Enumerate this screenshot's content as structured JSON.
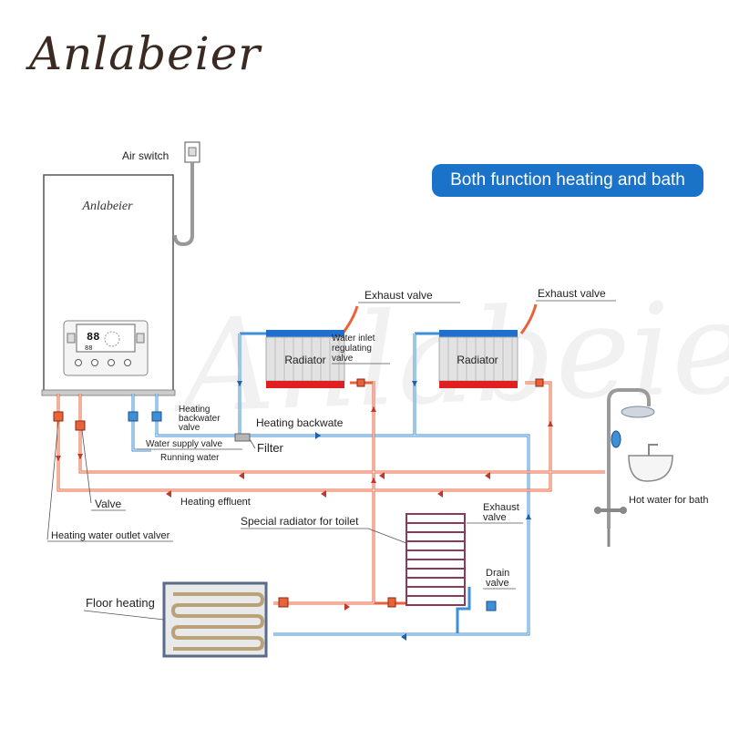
{
  "brand": "Anlabeier",
  "panel_brand": "Anlabeier",
  "headline": "Both function heating and bath",
  "display": {
    "big_digits": "88",
    "small_digits": "88"
  },
  "labels": {
    "air_switch": "Air switch",
    "exhaust_valve_1": "Exhaust valve",
    "exhaust_valve_2": "Exhaust valve",
    "radiator_1": "Radiator",
    "radiator_2": "Radiator",
    "water_inlet_l1": "Water inlet",
    "water_inlet_l2": "regulating",
    "water_inlet_l3": "valve",
    "heating_backwater_valve_l1": "Heating",
    "heating_backwater_valve_l2": "backwater",
    "heating_backwater_valve_l3": "valve",
    "heating_backwate": "Heating backwate",
    "water_supply_valve": "Water supply valve",
    "filter": "Filter",
    "running_water": "Running water",
    "valve": "Valve",
    "heating_effluent": "Heating effluent",
    "heating_water_outlet_valver": "Heating water outlet valver",
    "exhaust_valve_3_l1": "Exhaust",
    "exhaust_valve_3_l2": "valve",
    "special_radiator_toilet": "Special radiator for toilet",
    "drain_valve_l1": "Drain",
    "drain_valve_l2": "valve",
    "floor_heating": "Floor heating",
    "hot_water_for_bath": "Hot water for bath"
  },
  "colors": {
    "hot_pipe": "#e8623a",
    "cold_pipe": "#3d8fd6",
    "radiator_hot": "#e02020",
    "radiator_cold": "#1f6fd0",
    "badge": "#1a73c9",
    "floor_heating_frame": "#5a6b8a",
    "toilet_radiator": "#8a3a5a"
  }
}
